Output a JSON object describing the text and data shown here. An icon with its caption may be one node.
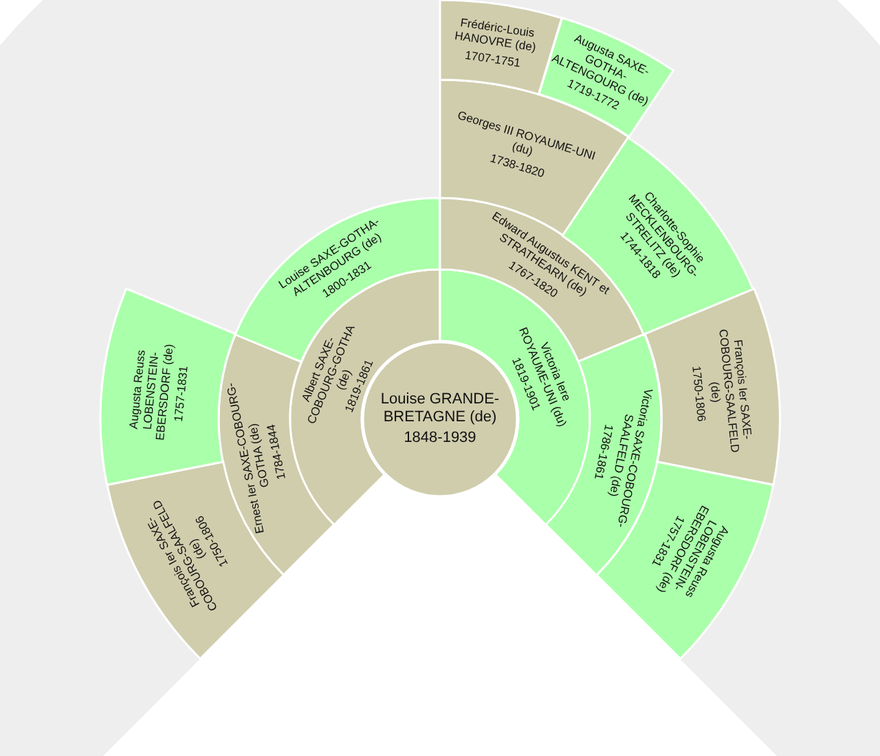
{
  "diagram": {
    "nodes": [
      {
        "text": [
          "Louise GRANDE-BRETAGNE (de)",
          "1848-1939"
        ]
      },
      {
        "text": [
          "Albert SAXE-COBOURG-GOTHA (de)",
          "1819-1861"
        ]
      },
      {
        "text": [
          "Victoria Iere ROYAUME-UNI (du)",
          "1819-1901"
        ]
      },
      {
        "text": [
          "Ernest Ier SAXE-COBOURG-GOTHA (de)",
          "1784-1844"
        ]
      },
      {
        "text": [
          "Louise SAXE-GOTHA-ALTENBOURG (de)",
          "1800-1831"
        ]
      },
      {
        "text": [
          "Edward Augustus KENT et STRATHEARN (de)",
          "1767-1820"
        ]
      },
      {
        "text": [
          "Victoria SAXE-COBOURG-SAALFELD (de)",
          "1786-1861"
        ]
      },
      {
        "text": [
          "François Ier SAXE-COBOURG-SAALFELD (de)",
          "1750-1806"
        ]
      },
      {
        "text": [
          "Augusta Reuss LOBENSTEIN-EBERSDORF (de)",
          "1757-1831"
        ]
      },
      {
        "text": [
          "Georges III ROYAUME-UNI (du)",
          "1738-1820"
        ]
      },
      {
        "text": [
          "Charlotte-Sophie MECKLENBOURG-STRELITZ (de)",
          "1744-1818"
        ]
      },
      {
        "text": [
          "François Ier SAXE-COBOURG-SAALFELD (de)",
          "1750-1806"
        ]
      },
      {
        "text": [
          "Augusta Reuss LOBENSTEIN-EBERSDORF (de)",
          "1757-1831"
        ]
      },
      {
        "text": [
          "Frédéric-Louis HANOVRE (de)",
          "1707-1751"
        ]
      },
      {
        "text": [
          "Augusta SAXE-GOTHA-ALTENGOURG (de)",
          "1719-1772"
        ]
      }
    ]
  }
}
